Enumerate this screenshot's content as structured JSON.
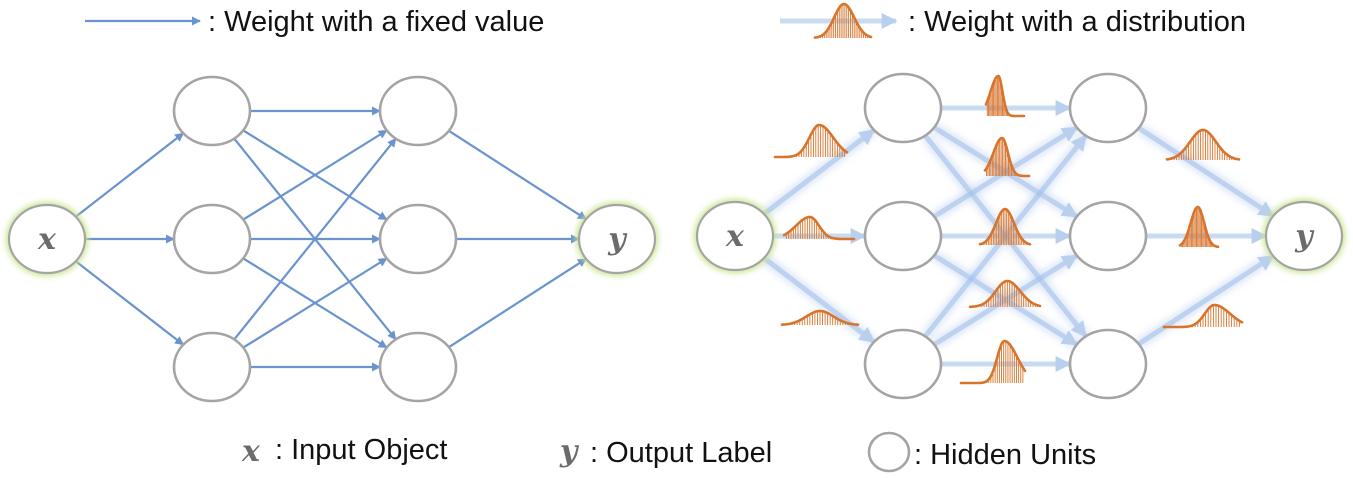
{
  "legend": {
    "fixed_weight": ": Weight with a fixed value",
    "distribution_weight": ": Weight with a distribution",
    "input_symbol": "x",
    "input_text": ": Input Object",
    "output_symbol": "y",
    "output_text": ": Output Label",
    "hidden_text": ": Hidden Units"
  },
  "left_network": {
    "input_label": "x",
    "output_label": "y",
    "hidden_layers": [
      3,
      3
    ],
    "weights": "fixed"
  },
  "right_network": {
    "input_label": "x",
    "output_label": "y",
    "hidden_layers": [
      3,
      3
    ],
    "weights": "distribution"
  },
  "colors": {
    "fixed_weight": "#6a93cf",
    "distribution_weight": "#9dbde9",
    "distribution_curve": "#d8742b",
    "node_stroke": "#a4a4a4",
    "io_glow": "#c8e48a",
    "variable_text": "#6b6b6b"
  }
}
